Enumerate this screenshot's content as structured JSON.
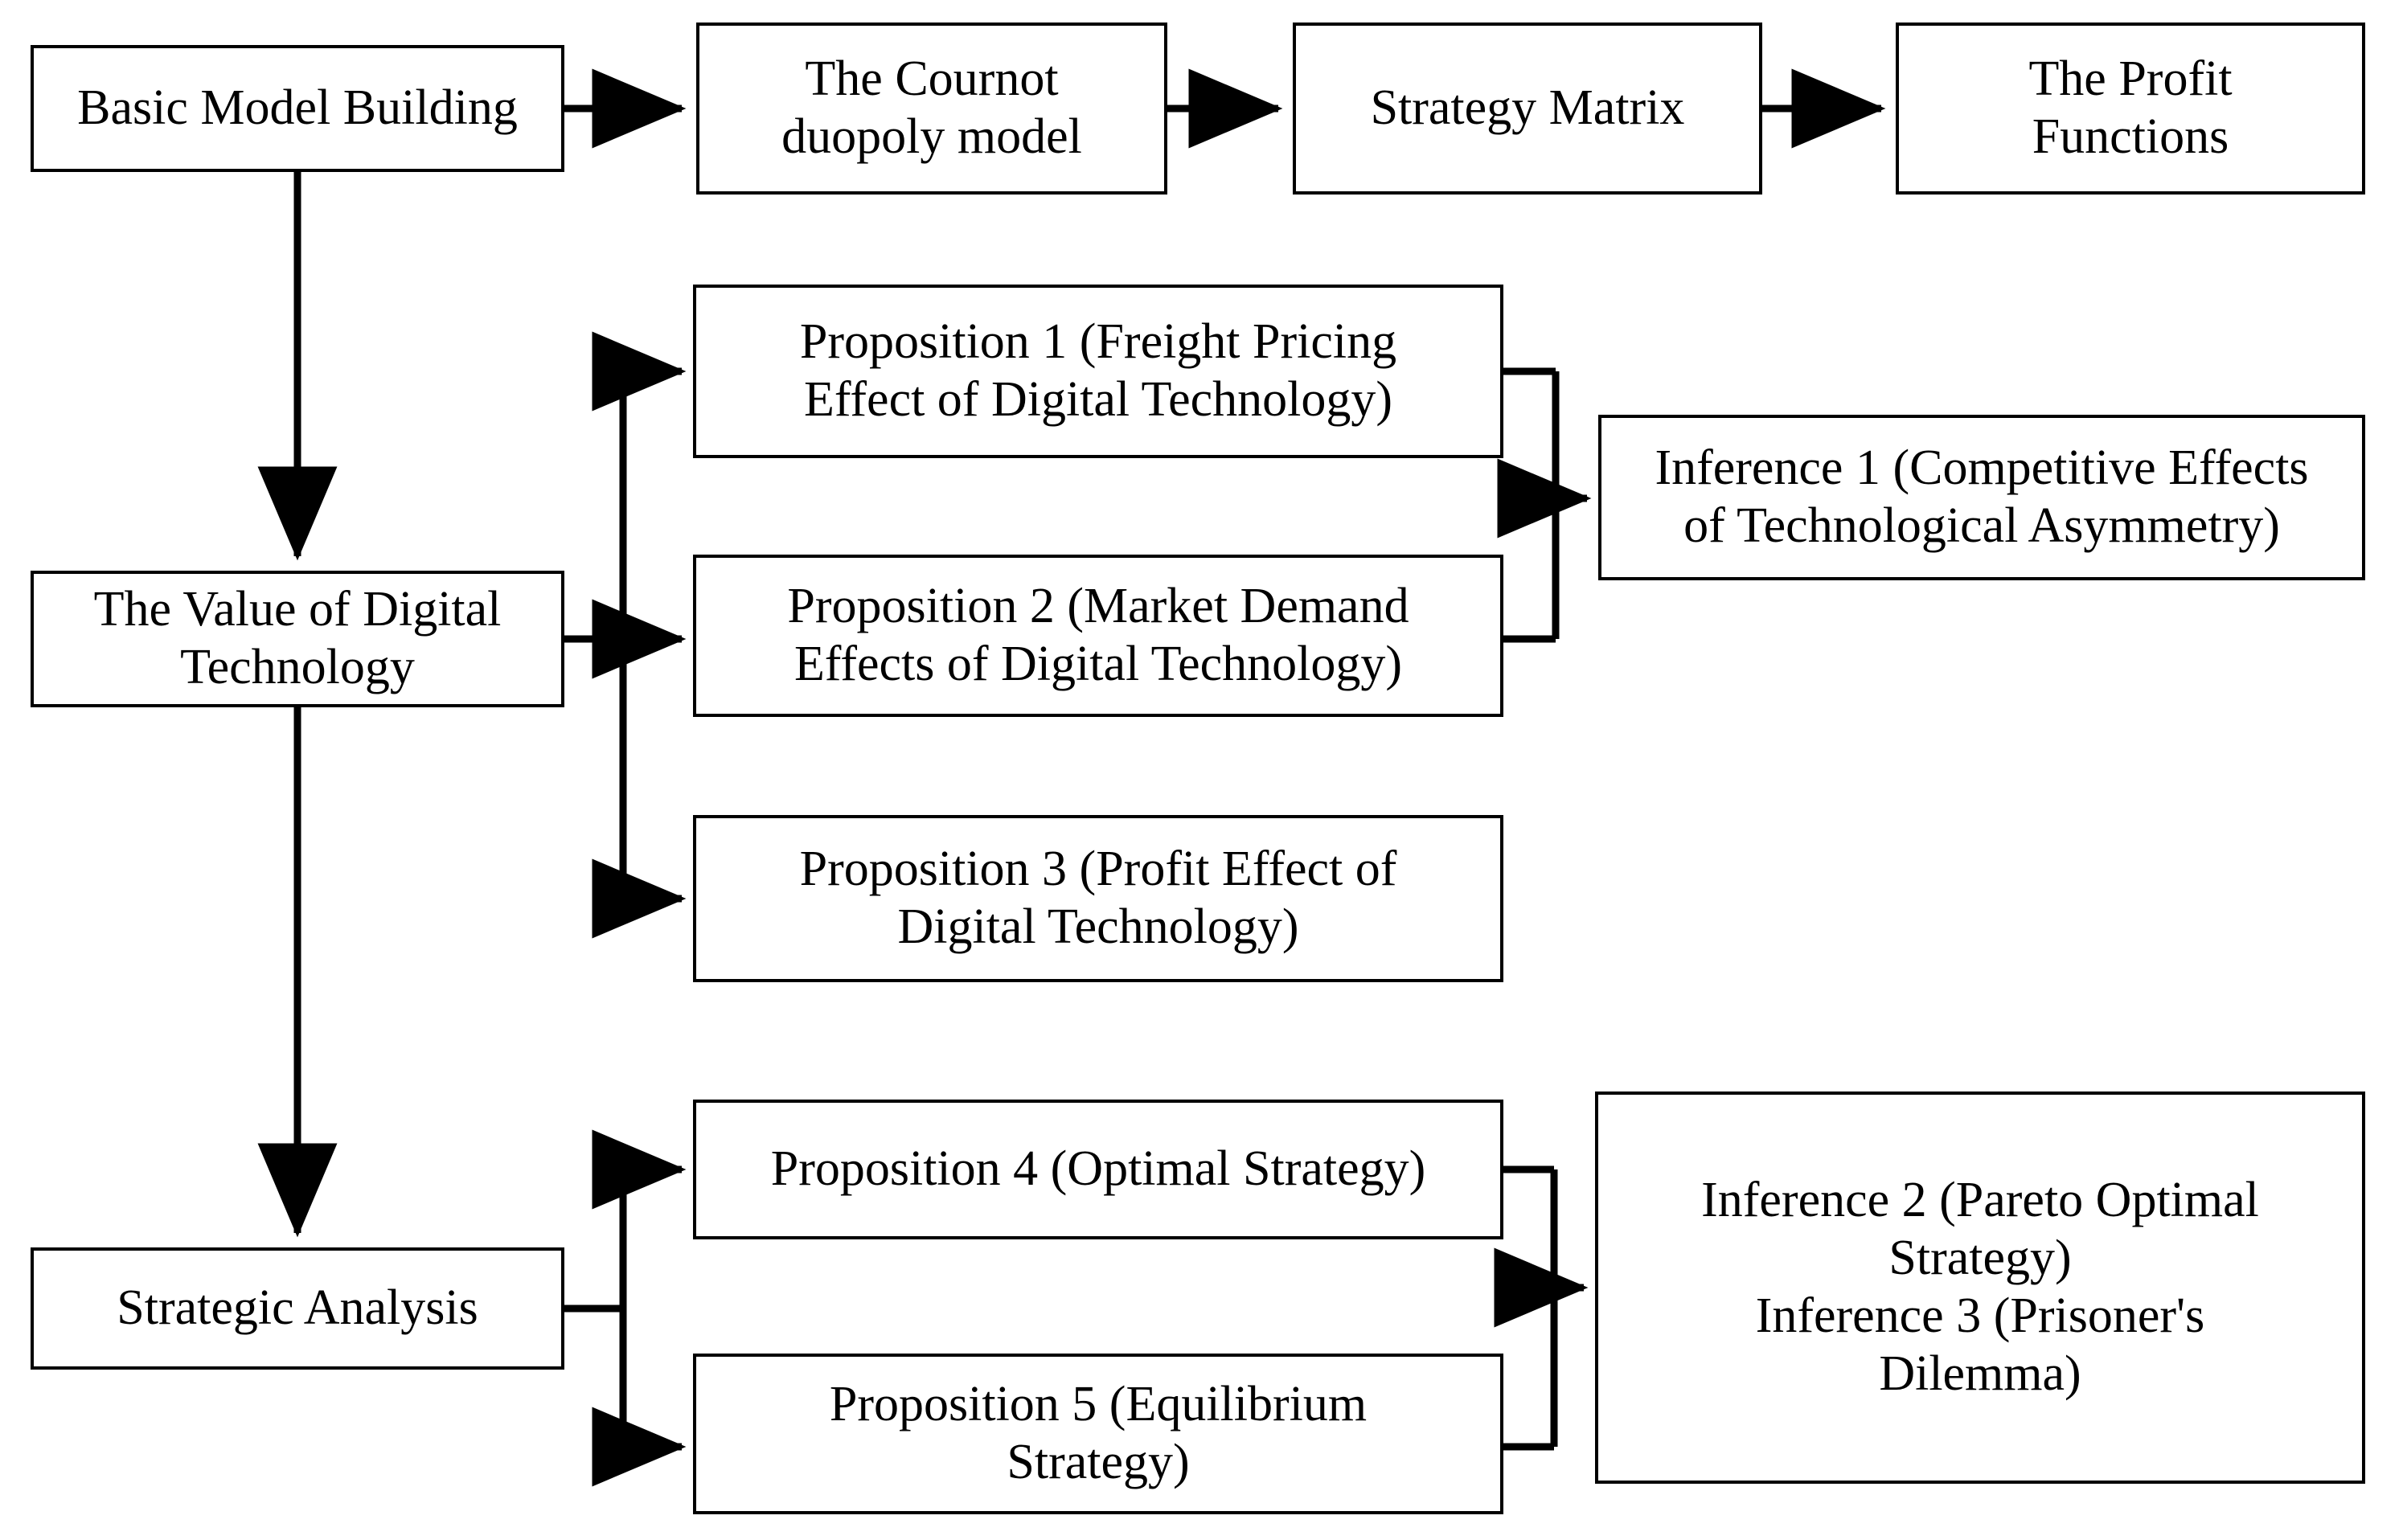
{
  "diagram": {
    "title": "Research Framework Flowchart",
    "type": "flowchart",
    "background_color": "#ffffff",
    "line_color": "#000000",
    "text_color": "#000000",
    "nodes": {
      "basic_model": "Basic Model Building",
      "cournot": "The Cournot\nduopoly model",
      "strategy_matrix": "Strategy Matrix",
      "profit_functions": "The Profit\nFunctions",
      "value_digital": "The Value of Digital\nTechnology",
      "strategic_analysis": "Strategic Analysis",
      "proposition1": "Proposition 1 (Freight Pricing\nEffect of Digital Technology)",
      "proposition2": "Proposition 2 (Market Demand\nEffects of Digital Technology)",
      "proposition3": "Proposition 3 (Profit Effect of\nDigital Technology)",
      "proposition4": "Proposition 4 (Optimal Strategy)",
      "proposition5": "Proposition 5 (Equilibrium\nStrategy)",
      "inference1": "Inference 1 (Competitive Effects\nof Technological Asymmetry)",
      "inference23": "Inference 2 (Pareto Optimal\nStrategy)\nInference 3 (Prisoner's\nDilemma)"
    },
    "edges": [
      {
        "from": "basic_model",
        "to": "cournot",
        "style": "arrow-right"
      },
      {
        "from": "cournot",
        "to": "strategy_matrix",
        "style": "arrow-right"
      },
      {
        "from": "strategy_matrix",
        "to": "profit_functions",
        "style": "arrow-right"
      },
      {
        "from": "basic_model",
        "to": "value_digital",
        "style": "arrow-down"
      },
      {
        "from": "basic_model",
        "to": "strategic_analysis",
        "style": "arrow-down"
      },
      {
        "from": "value_digital",
        "to": "proposition1",
        "style": "branch-right"
      },
      {
        "from": "value_digital",
        "to": "proposition2",
        "style": "arrow-right"
      },
      {
        "from": "value_digital",
        "to": "proposition3",
        "style": "branch-right"
      },
      {
        "from": "proposition1",
        "to": "inference1",
        "style": "merge-right"
      },
      {
        "from": "proposition2",
        "to": "inference1",
        "style": "merge-right"
      },
      {
        "from": "strategic_analysis",
        "to": "proposition4",
        "style": "branch-right"
      },
      {
        "from": "strategic_analysis",
        "to": "proposition5",
        "style": "branch-right"
      },
      {
        "from": "proposition4",
        "to": "inference23",
        "style": "merge-right"
      },
      {
        "from": "proposition5",
        "to": "inference23",
        "style": "merge-right"
      }
    ]
  }
}
